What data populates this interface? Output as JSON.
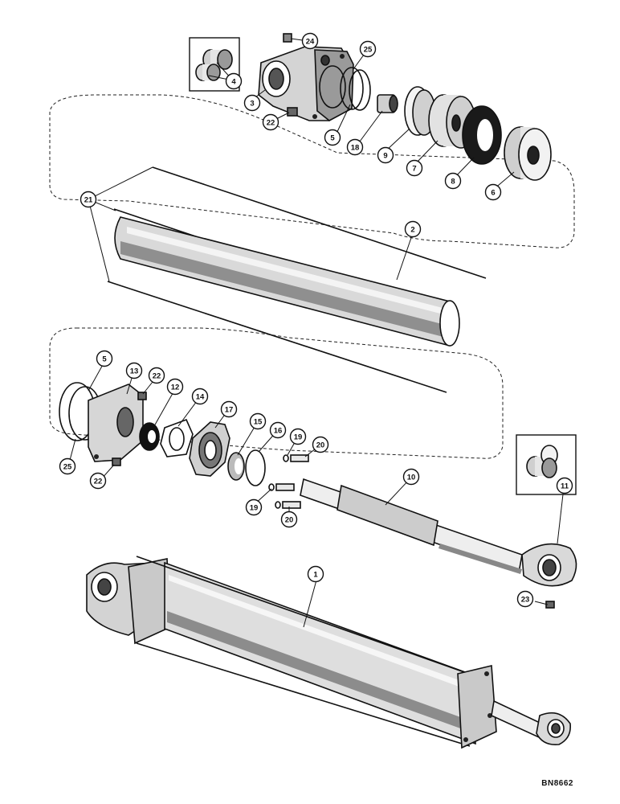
{
  "drawing_number": "BN8662",
  "callouts": {
    "c1": "1",
    "c2": "2",
    "c3": "3",
    "c4": "4",
    "c5a": "5",
    "c5b": "5",
    "c6": "6",
    "c7": "7",
    "c8": "8",
    "c9": "9",
    "c10": "10",
    "c11": "11",
    "c12": "12",
    "c13": "13",
    "c14": "14",
    "c15": "15",
    "c16": "16",
    "c17": "17",
    "c18": "18",
    "c19a": "19",
    "c19b": "19",
    "c20a": "20",
    "c20b": "20",
    "c21": "21",
    "c22a": "22",
    "c22b": "22",
    "c22c": "22",
    "c23": "23",
    "c24": "24",
    "c25a": "25",
    "c25b": "25"
  }
}
